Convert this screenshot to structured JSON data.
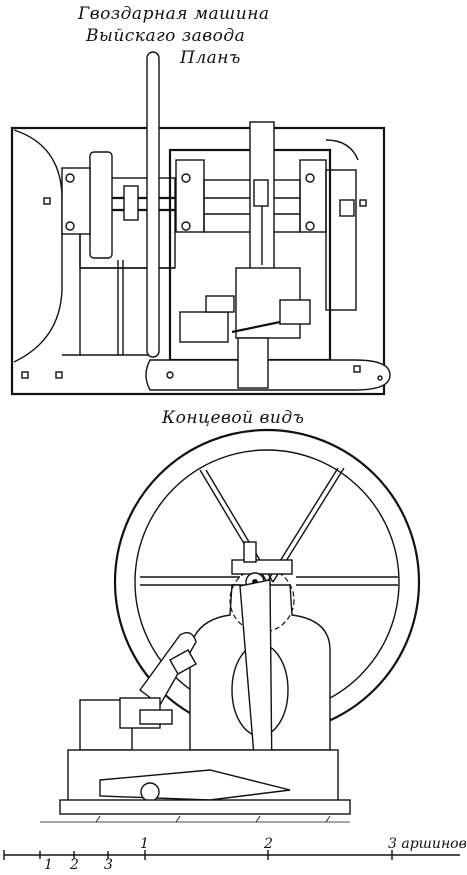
{
  "title": {
    "line1": "Гвоздарная машина",
    "line2": "Выйскаго завода",
    "plan_label": "Планъ"
  },
  "end_view_label": "Концевой видъ",
  "scale": {
    "unit_label": "3 аршинов",
    "marks_top": [
      "1",
      "2"
    ],
    "marks_bottom": [
      "1",
      "2",
      "3"
    ]
  }
}
